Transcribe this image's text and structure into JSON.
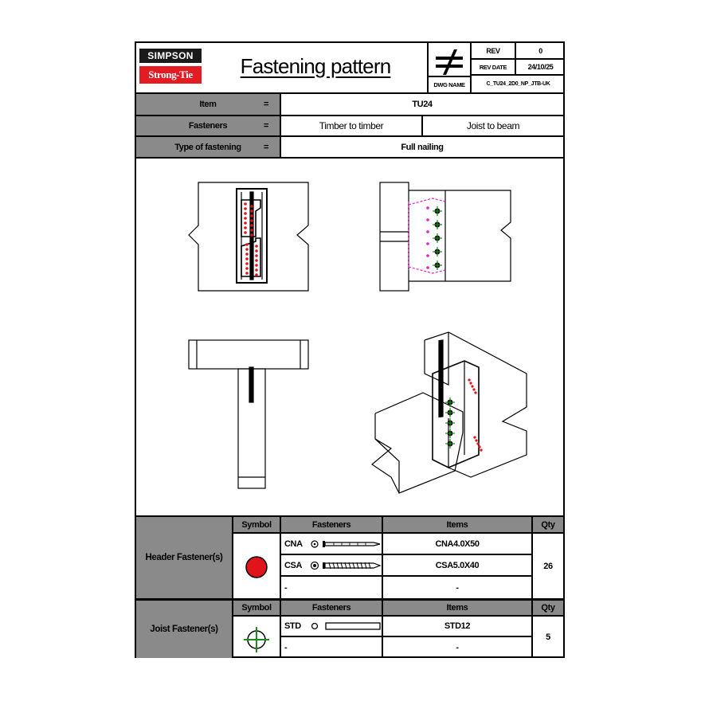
{
  "header": {
    "brand_top": "SIMPSON",
    "brand_bottom": "Strong-Tie",
    "title": "Fastening pattern",
    "rev_label": "REV",
    "rev_value": "0",
    "rev_date_label": "REV DATE",
    "rev_date_value": "24/10/25",
    "dwg_name_label": "DWG NAME",
    "dwg_name_value": "C_TU24_2D0_NP_JTB-UK"
  },
  "info": {
    "item_label": "Item",
    "item_value": "TU24",
    "fasteners_label": "Fasteners",
    "fasteners_value_1": "Timber to timber",
    "fasteners_value_2": "Joist to beam",
    "type_label": "Type of fastening",
    "type_value": "Full nailing",
    "equals": "="
  },
  "header_fasteners": {
    "group_label": "Header Fastener(s)",
    "symbol_header": "Symbol",
    "fasteners_header": "Fasteners",
    "items_header": "Items",
    "qty_header": "Qty",
    "rows": [
      {
        "code": "CNA",
        "item": "CNA4.0X50"
      },
      {
        "code": "CSA",
        "item": "CSA5.0X40"
      },
      {
        "code": "-",
        "item": "-"
      }
    ],
    "qty": "26",
    "symbol_color": "#e0141b"
  },
  "joist_fasteners": {
    "group_label": "Joist Fastener(s)",
    "symbol_header": "Symbol",
    "fasteners_header": "Fasteners",
    "items_header": "Items",
    "qty_header": "Qty",
    "rows": [
      {
        "code": "STD",
        "item": "STD12"
      },
      {
        "code": "-",
        "item": "-"
      }
    ],
    "qty": "5",
    "symbol_color": "#1f8a1f"
  },
  "colors": {
    "grey_header": "#8a8a8a",
    "nail_red": "#e0141b",
    "dowel_green": "#1f8a1f",
    "hidden_magenta": "#e020c8"
  }
}
